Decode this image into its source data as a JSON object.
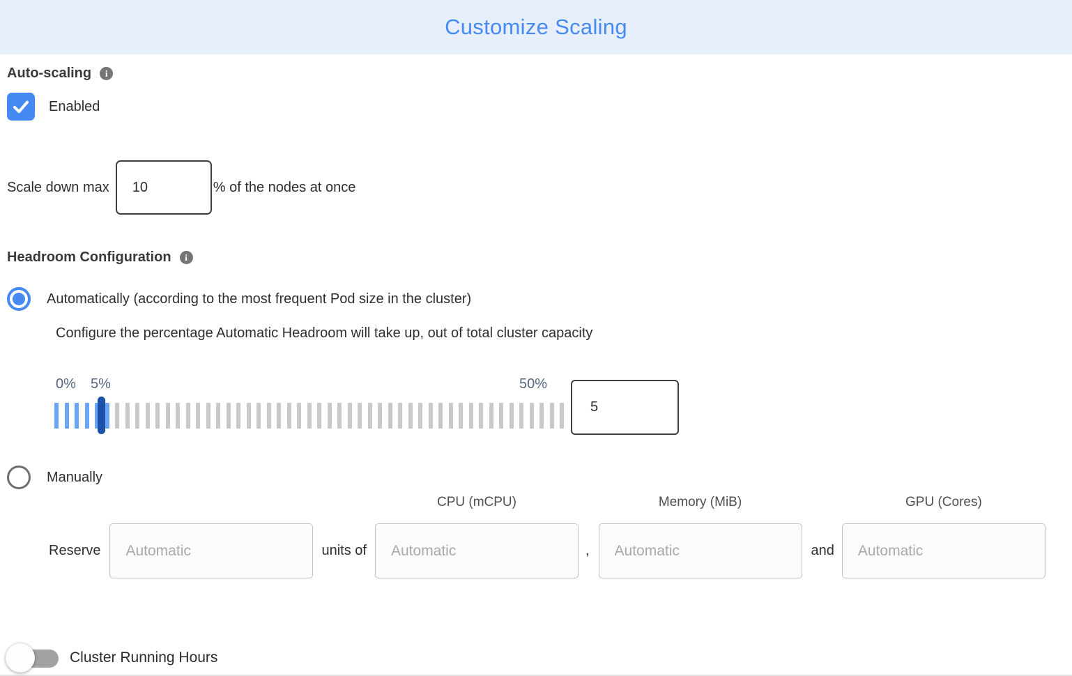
{
  "theme": {
    "accent": "#4589f2",
    "header_bg": "#e8effc",
    "tick_blue": "#6ba6f6",
    "tick_gray": "#c9c9c9",
    "handle_blue": "#1b51a8"
  },
  "icons": {
    "info": "i"
  },
  "header": {
    "title": "Customize Scaling"
  },
  "auto_scaling": {
    "label": "Auto-scaling",
    "checkbox_checked": true,
    "enabled_label": "Enabled",
    "scale_down": {
      "prefix": "Scale down max",
      "value": "10",
      "suffix": "% of the nodes at once"
    }
  },
  "headroom": {
    "label": "Headroom Configuration",
    "auto_option": {
      "selected": true,
      "label": "Automatically (according to the most frequent Pod size in the cluster)",
      "description": "Configure the percentage Automatic Headroom will take up, out of total cluster capacity"
    },
    "slider": {
      "min_label": "0%",
      "current_label": "5%",
      "max_label": "50%",
      "value": "5",
      "min": 0,
      "max": 50,
      "total_ticks": 51,
      "active_ticks": 6
    },
    "manual_option": {
      "selected": false,
      "label": "Manually"
    },
    "reserve_row": {
      "prefix": "Reserve",
      "separator_units": "units of",
      "separator_comma": ",",
      "separator_and": "and",
      "fields": [
        {
          "header": "",
          "placeholder": "Automatic"
        },
        {
          "header": "CPU (mCPU)",
          "placeholder": "Automatic"
        },
        {
          "header": "Memory (MiB)",
          "placeholder": "Automatic"
        },
        {
          "header": "GPU (Cores)",
          "placeholder": "Automatic"
        }
      ]
    }
  },
  "cluster_running_hours": {
    "toggle_on": false,
    "label": "Cluster Running Hours"
  }
}
